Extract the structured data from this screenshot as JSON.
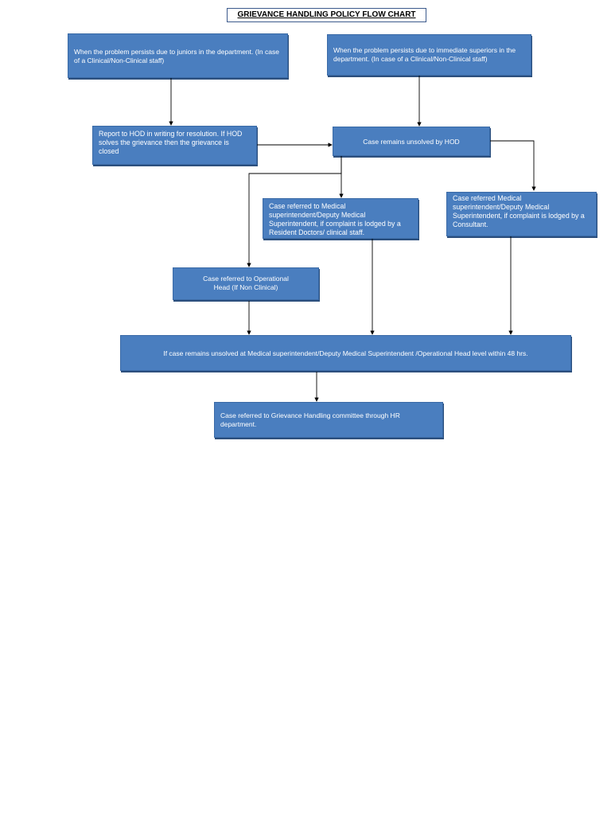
{
  "title": "GRIEVANCE HANDLING POLICY FLOW CHART",
  "colors": {
    "box_fill": "#4a7ebf",
    "box_border": "#3a6aa6",
    "arrow": "#000000"
  },
  "nodes": {
    "juniors": "When the problem persists due to juniors in the department. (In case of a Clinical/Non-Clinical staff)",
    "superiors": "When the problem persists due to immediate superiors in the department.  (In case of a Clinical/Non-Clinical staff)",
    "report_hod": "Report to HOD in writing for resolution. If HOD solves the grievance then the grievance is closed",
    "unsolved_hod": "Case remains unsolved by HOD",
    "ms_resident": "Case referred to Medical superintendent/Deputy Medical Superintendent, if complaint is lodged by a Resident Doctors/ clinical staff.",
    "ms_consultant": "Case referred Medical superintendent/Deputy Medical Superintendent, if complaint is lodged by a Consultant.",
    "operational_head": "Case referred to Operational Head (If Non Clinical)",
    "unsolved_48": "If case remains unsolved at Medical superintendent/Deputy Medical Superintendent /Operational Head level within 48 hrs.",
    "committee": "Case referred to Grievance Handling committee through HR department."
  }
}
